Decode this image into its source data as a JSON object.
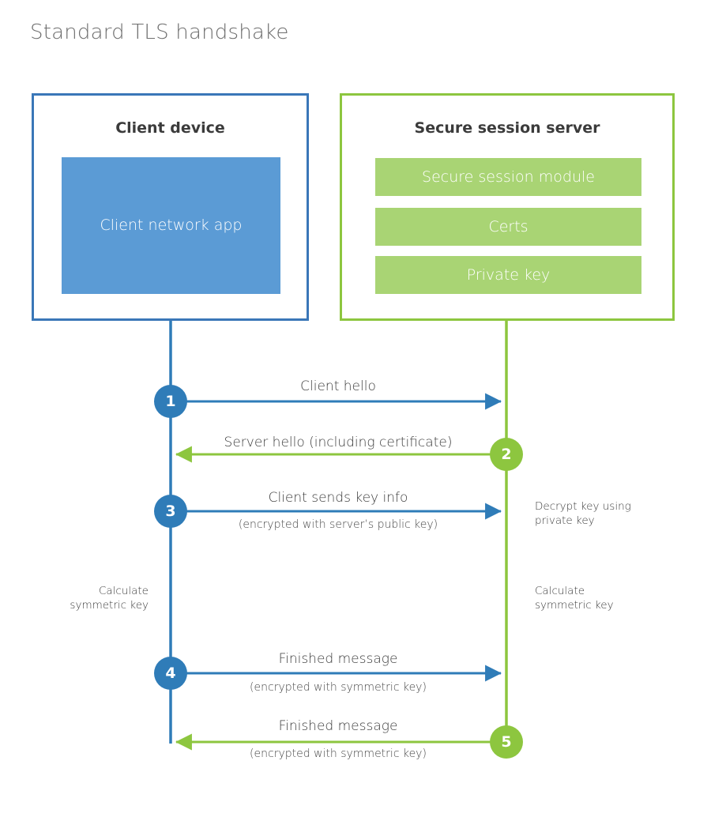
{
  "title": "Standard TLS handshake",
  "colors": {
    "client_border": "#3a77b8",
    "client_fill": "#5b9bd5",
    "server_border": "#8dc63f",
    "server_fill": "#a9d474",
    "client_line": "#2f7cb8",
    "server_line": "#8dc63f",
    "title_text": "#6e6e6e",
    "body_text": "#3d3d3d",
    "background": "#ffffff"
  },
  "client_panel": {
    "title": "Client device",
    "app_label": "Client network app"
  },
  "server_panel": {
    "title": "Secure session server",
    "modules": [
      {
        "label": "Secure session module"
      },
      {
        "label": "Certs"
      },
      {
        "label": "Private key"
      }
    ]
  },
  "steps": [
    {
      "number": "1",
      "side": "client",
      "direction": "right",
      "main": "Client hello",
      "sub": ""
    },
    {
      "number": "2",
      "side": "server",
      "direction": "left",
      "main": "Server hello (including certificate)",
      "sub": ""
    },
    {
      "number": "3",
      "side": "client",
      "direction": "right",
      "main": "Client sends key info",
      "sub": "(encrypted with server’s public key)"
    },
    {
      "number": "4",
      "side": "client",
      "direction": "right",
      "main": "Finished message",
      "sub": "(encrypted with symmetric key)"
    },
    {
      "number": "5",
      "side": "server",
      "direction": "left",
      "main": "Finished message",
      "sub": "(encrypted with symmetric key)"
    }
  ],
  "notes": {
    "decrypt_key": "Decrypt key using\nprivate key",
    "decrypt_key_line1": "Decrypt key using",
    "decrypt_key_line2": "private key",
    "calc_left_line1": "Calculate",
    "calc_left_line2": "symmetric key",
    "calc_right_line1": "Calculate",
    "calc_right_line2": "symmetric key"
  }
}
